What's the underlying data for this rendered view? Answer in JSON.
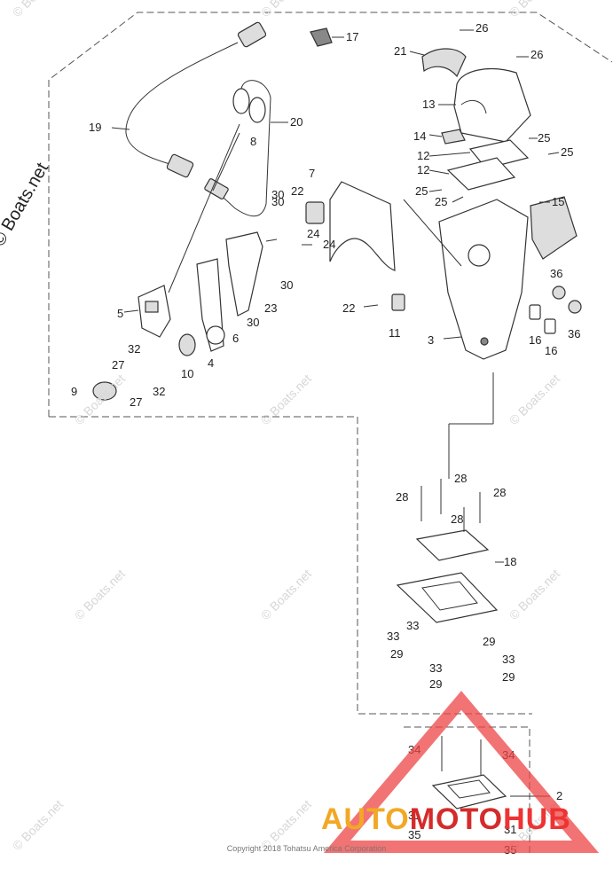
{
  "side_watermark": "© Boats.net",
  "watermark_text": "© Boats.net",
  "copyright": "Copyright 2018 Tohatsu America Corporation",
  "logo": {
    "part1": "AUTO",
    "part2": "MOTO",
    "part3": "HUB"
  },
  "callouts": [
    "17",
    "26",
    "26",
    "21",
    "19",
    "20",
    "13",
    "14",
    "25",
    "25",
    "12",
    "12",
    "8",
    "7",
    "22",
    "30",
    "24",
    "24",
    "25",
    "25",
    "15",
    "5",
    "30",
    "30",
    "23",
    "22",
    "11",
    "36",
    "6",
    "30",
    "3",
    "16",
    "16",
    "36",
    "32",
    "27",
    "4",
    "10",
    "9",
    "27",
    "32",
    "28",
    "28",
    "28",
    "28",
    "18",
    "33",
    "33",
    "29",
    "29",
    "33",
    "33",
    "29",
    "29",
    "34",
    "34",
    "2",
    "31",
    "31",
    "35",
    "35"
  ],
  "colors": {
    "line": "#333333",
    "logo_orange": "#f2a825",
    "logo_red": "#d42b2b"
  }
}
